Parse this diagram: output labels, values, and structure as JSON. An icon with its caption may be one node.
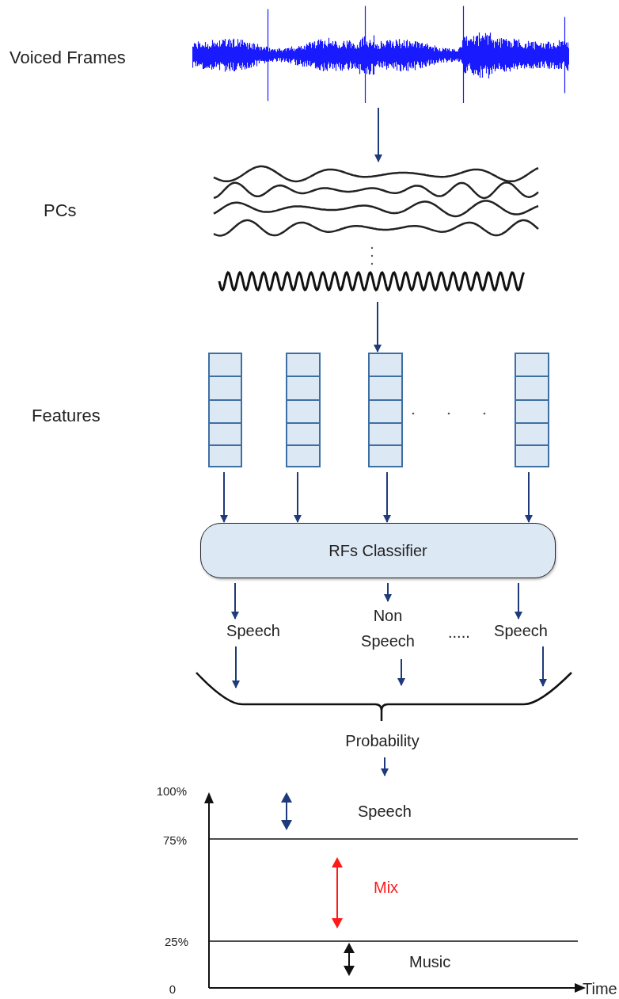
{
  "diagram": {
    "nodes": [
      {
        "text": [],
        "shape": "picture"
      },
      {
        "text": [],
        "shape": "picture"
      },
      {
        "text": [],
        "shape": "bar"
      },
      {
        "text": [],
        "shape": "bar"
      },
      {
        "text": [],
        "shape": "bar"
      },
      {
        "text": [],
        "shape": "bar"
      },
      {
        "text": [
          "RFs Classifier"
        ]
      },
      {
        "text": [
          "Speech"
        ]
      },
      {
        "text": [
          "Non Speech"
        ]
      },
      {
        "text": [
          "Speech"
        ]
      },
      {
        "text": [],
        "shape": "brace"
      },
      {
        "text": [
          "Probability"
        ]
      },
      {
        "text": [],
        "shape": "picture"
      }
    ],
    "edges": [
      {
        "from": 0,
        "to": 1,
        "arrow": "to"
      },
      {
        "from": 1,
        "to": 4,
        "arrow": "to"
      },
      {
        "from": 2,
        "to": 6,
        "arrow": "to"
      },
      {
        "from": 3,
        "to": 6,
        "arrow": "to"
      },
      {
        "from": 4,
        "to": 6,
        "arrow": "to"
      },
      {
        "from": 5,
        "to": 6,
        "arrow": "to"
      },
      {
        "from": 6,
        "to": 7,
        "arrow": "to"
      },
      {
        "from": 6,
        "to": 8,
        "arrow": "to"
      },
      {
        "from": 6,
        "to": 9,
        "arrow": "to"
      },
      {
        "from": 7,
        "to": 10,
        "arrow": "to"
      },
      {
        "from": 8,
        "to": 10,
        "arrow": "to"
      },
      {
        "from": 9,
        "to": 10,
        "arrow": "to"
      },
      {
        "from": 11,
        "to": 12,
        "arrow": "to"
      }
    ],
    "labels": [
      "Voiced Frames",
      "PCs",
      "Features",
      ".....",
      "100%",
      "Speech",
      "75%",
      "Mix",
      "25%",
      "Music",
      "0",
      "Time"
    ]
  }
}
